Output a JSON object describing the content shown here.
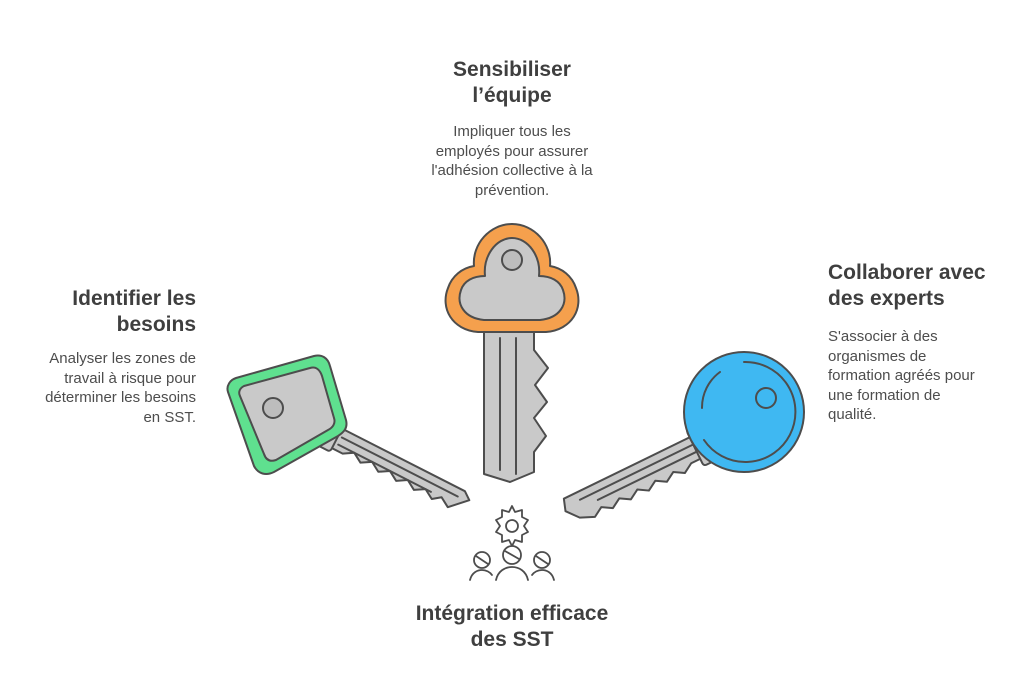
{
  "top": {
    "title": [
      "Sensibiliser",
      "l’équipe"
    ],
    "desc": [
      "Impliquer tous les",
      "employés pour assurer",
      "l'adhésion collective à la",
      "prévention."
    ]
  },
  "left": {
    "title": [
      "Identifier les",
      "besoins"
    ],
    "desc": [
      "Analyser les zones de",
      "travail à risque pour",
      "déterminer les besoins",
      "en SST."
    ]
  },
  "right": {
    "title": [
      "Collaborer avec",
      "des experts"
    ],
    "desc": [
      "S'associer à des",
      "organismes de",
      "formation agréés pour",
      "une formation de",
      "qualité."
    ]
  },
  "bottom": {
    "title": [
      "Intégration efficace",
      "des SST"
    ]
  },
  "colors": {
    "orange_key": "#f5a04d",
    "green_key": "#5fe08f",
    "blue_key": "#3fb8f2",
    "key_gray": "#c9c9c9",
    "outline": "#4d4d4d"
  },
  "icons": {
    "center": "gear-and-team-icon"
  }
}
